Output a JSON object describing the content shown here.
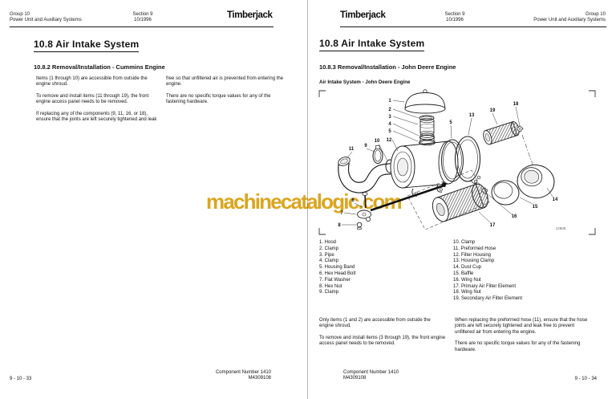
{
  "watermark": {
    "text": "machinecatalogic.com",
    "color": "#d9a013"
  },
  "colors": {
    "page_bg": "#ffffff",
    "text": "#111111",
    "spine_line": "#b5b5b5",
    "figure_line": "#222222",
    "watermark": "#d9a013"
  },
  "pages": {
    "left": {
      "header": {
        "group": "Group 10",
        "system": "Power Unit and Auxiliary Systems",
        "section": "Section 9",
        "date": "10/1996",
        "logo": "Timberjack"
      },
      "title": "10.8  Air Intake System",
      "subtitle": "10.8.2  Removal/Installation - Cummins Engine",
      "col1": [
        "Items (1 through 10) are accessible from outside the engine shroud.",
        "To remove and install items (11 through 19), the front engine access panel needs to be removed.",
        "If replacing any of the components (9, 11, 16, or 18), ensure that the joints are left securely tightened and leak"
      ],
      "col2": [
        "free so that unfiltered air is prevented from entering the engine.",
        "There are no specific torque values for any of the fastening hardware."
      ],
      "footer": {
        "page_number": "9 - 10 - 33",
        "component": "Component Number 1410",
        "part_number": "M4309108"
      }
    },
    "right": {
      "header": {
        "logo": "Timberjack",
        "section": "Section 9",
        "date": "10/1996",
        "group": "Group 10",
        "system": "Power Unit and Auxiliary Systems"
      },
      "title": "10.8  Air Intake System",
      "subtitle": "10.8.3  Removal/Installation - John Deere Engine",
      "figure": {
        "caption": "Air Intake System - John Deere Engine",
        "id": "12905",
        "callouts": [
          "1",
          "2",
          "3",
          "4",
          "5",
          "12",
          "5",
          "13",
          "19",
          "18",
          "11",
          "9",
          "10",
          "6",
          "7",
          "8",
          "14",
          "15",
          "16",
          "17"
        ]
      },
      "parts_col1": [
        "1. Hood",
        "2. Clamp",
        "3. Pipe",
        "4. Clamp",
        "5. Housing Band",
        "6. Hex Head Bolt",
        "7. Flat Washer",
        "8. Hex Nut",
        "9. Clamp"
      ],
      "parts_col2": [
        "10. Clamp",
        "11. Preformed Hose",
        "12. Filter Housing",
        "13. Housing Clamp",
        "14. Dust Cup",
        "15. Baffle",
        "16. Wing Nut",
        "17. Primary Air Filter Element",
        "18. Wing Nut",
        "19. Secondary Air Filter Element"
      ],
      "col1": [
        "Only items (1 and 2) are accessible from outside the engine shroud.",
        "To remove and install items (3 through 19), the front engine access panel needs to be removed."
      ],
      "col2": [
        "When replacing the preformed hose (11), ensure that the hose joints are left securely tightened and leak free to prevent unfiltered air from entering the engine.",
        "There are no specific torque values for any of the fastening hardware."
      ],
      "footer": {
        "component": "Component Number 1410",
        "part_number": "M4309108",
        "page_number": "9 - 10 - 34"
      }
    }
  }
}
